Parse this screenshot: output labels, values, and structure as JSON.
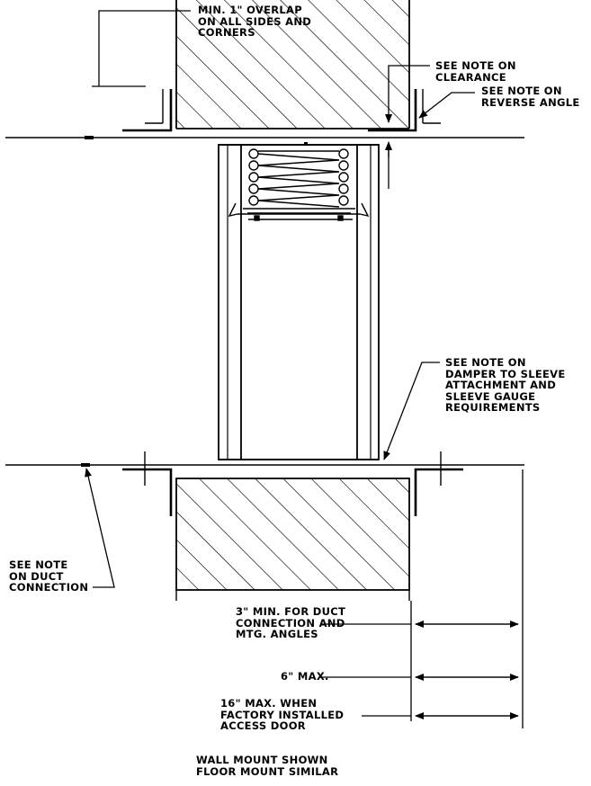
{
  "notes": {
    "overlap": [
      "MIN. 1\" OVERLAP",
      "ON ALL SIDES AND",
      "CORNERS"
    ],
    "clearance": [
      "SEE NOTE ON",
      "CLEARANCE"
    ],
    "reverse_angle": [
      "SEE NOTE ON",
      "REVERSE ANGLE"
    ],
    "sleeve": [
      "SEE NOTE ON",
      "DAMPER TO SLEEVE",
      "ATTACHMENT AND",
      "SLEEVE GAUGE",
      "REQUIREMENTS"
    ],
    "duct_connection": [
      "SEE NOTE",
      "ON DUCT",
      "CONNECTION"
    ]
  },
  "dimensions": {
    "min_duct": [
      "3\" MIN. FOR DUCT",
      "CONNECTION AND",
      "MTG. ANGLES"
    ],
    "max_6": [
      "6\" MAX."
    ],
    "max_16": [
      "16\" MAX. WHEN",
      "FACTORY INSTALLED",
      "ACCESS DOOR"
    ]
  },
  "caption": [
    "WALL MOUNT SHOWN",
    "FLOOR MOUNT SIMILAR"
  ],
  "colors": {
    "ink": "#000000",
    "paper": "#ffffff"
  }
}
